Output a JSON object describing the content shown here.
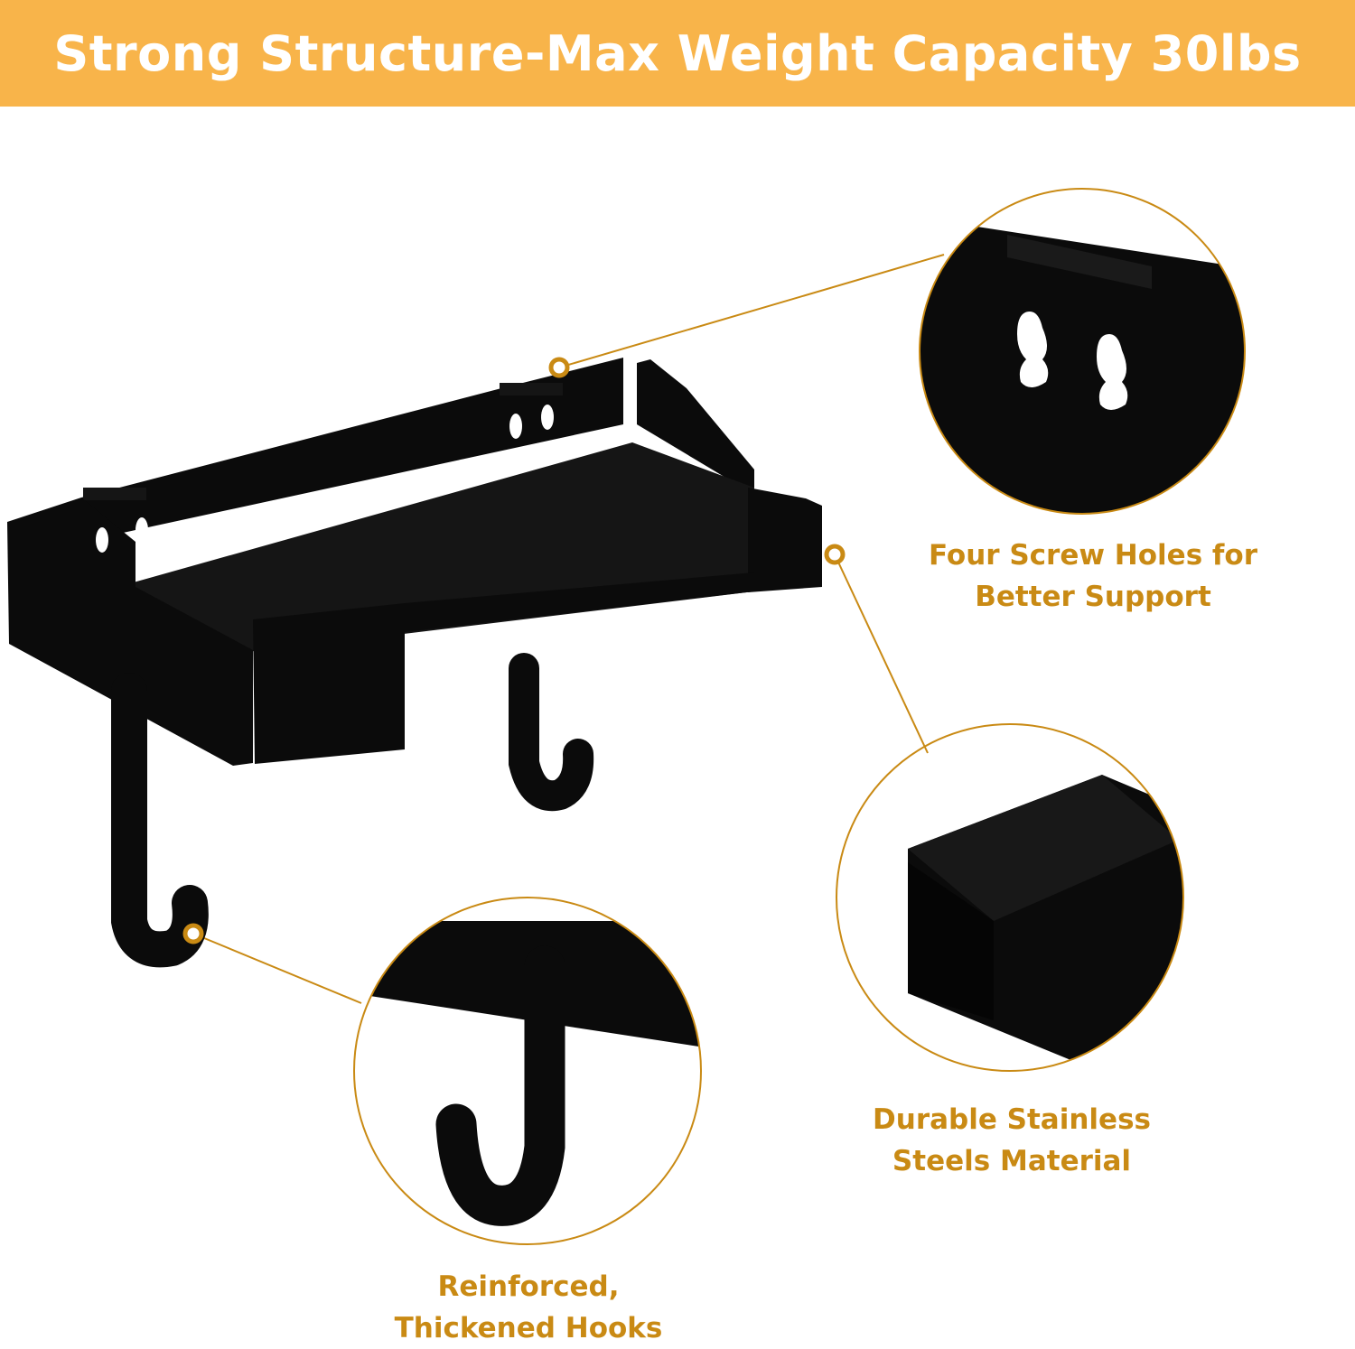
{
  "header": {
    "title": "Strong Structure-Max Weight Capacity 30lbs"
  },
  "features": {
    "screw_holes": {
      "line1": "Four Screw Holes for",
      "line2": "Better Support"
    },
    "material": {
      "line1": "Durable Stainless",
      "line2": "Steels Material"
    },
    "hooks": {
      "line1": "Reinforced,",
      "line2": "Thickened Hooks"
    }
  },
  "colors": {
    "banner": "#f8b44a",
    "accent": "#c98a14",
    "product": "#0b0b0b"
  }
}
